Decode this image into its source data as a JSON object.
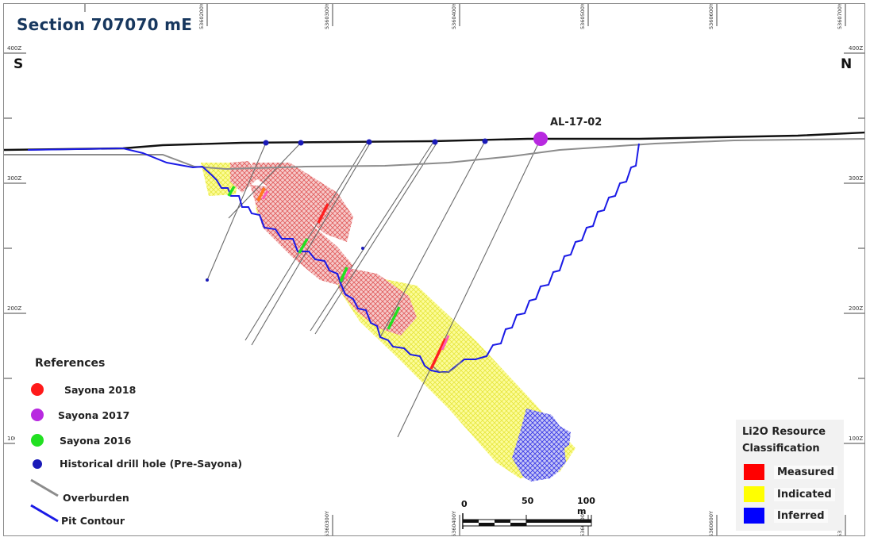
{
  "title": "Section 707070 mE",
  "directions": {
    "south": "S",
    "north": "N"
  },
  "drill_hole_label": "AL-17-02",
  "grid": {
    "elevation_labels": [
      "400Z",
      "300Z",
      "200Z",
      "100Z"
    ],
    "northing_labels": [
      "5360200Y",
      "5360300Y",
      "5360400Y",
      "5360500Y",
      "5360600Y",
      "5360700Y"
    ]
  },
  "references": {
    "title": "References",
    "items": [
      {
        "label": "Sayona 2018",
        "color": "#ff1a1a"
      },
      {
        "label": "Sayona 2017",
        "color": "#b829e0"
      },
      {
        "label": "Sayona 2016",
        "color": "#22e022"
      },
      {
        "label": "Historical drill hole (Pre-Sayona)",
        "color": "#1a1ab8"
      },
      {
        "label": "Overburden",
        "color": "#8c8c8c"
      },
      {
        "label": "Pit Contour",
        "color": "#1a1ae6"
      }
    ]
  },
  "classification": {
    "title": "Li2O Resource Classification",
    "items": [
      {
        "label": "Measured",
        "color": "#ff0000"
      },
      {
        "label": "Indicated",
        "color": "#ffff00"
      },
      {
        "label": "Inferred",
        "color": "#0000ff"
      }
    ]
  },
  "scale_bar": {
    "labels": [
      "0",
      "50",
      "100 m"
    ]
  }
}
